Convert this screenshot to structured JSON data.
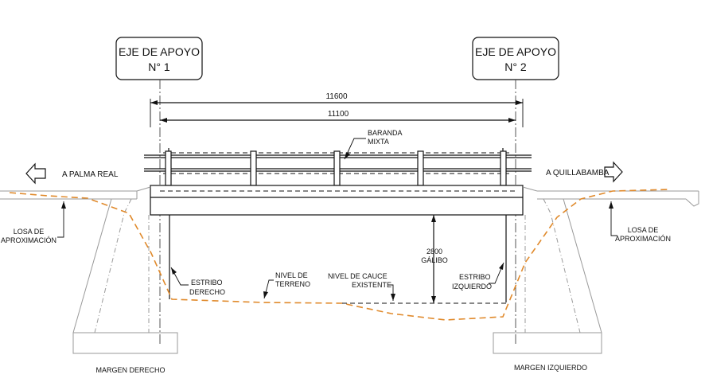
{
  "labels": {
    "axis1_line1": "EJE DE APOYO",
    "axis1_line2": "N° 1",
    "axis2_line1": "EJE DE APOYO",
    "axis2_line2": "N° 2",
    "dim_total": "11600",
    "dim_inner": "11100",
    "railing_line1": "BARANDA",
    "railing_line2": "MIXTA",
    "left_direction": "A PALMA REAL",
    "right_direction": "A QUILLABAMBA",
    "left_slab_line1": "LOSA DE",
    "left_slab_line2": "APROXIMACIÓN",
    "right_slab_line1": "LOSA DE",
    "right_slab_line2": "APROXIMACIÓN",
    "clearance_line1": "2800",
    "clearance_line2": "GÁLIBO",
    "left_abutment_line1": "ESTRIBO",
    "left_abutment_line2": "DERECHO",
    "terrain_line1": "NIVEL DE",
    "terrain_line2": "TERRENO",
    "channel_line1": "NIVEL DE CAUCE",
    "channel_line2": "EXISTENTE",
    "right_abutment_line1": "ESTRIBO",
    "right_abutment_line2": "IZQUIERDO",
    "left_bank": "MARGEN DERECHO",
    "right_bank": "MARGEN IZQUIERDO"
  },
  "colors": {
    "line": "#111111",
    "terrain": "#e08a2c",
    "hidden": "#9a9a9a"
  }
}
